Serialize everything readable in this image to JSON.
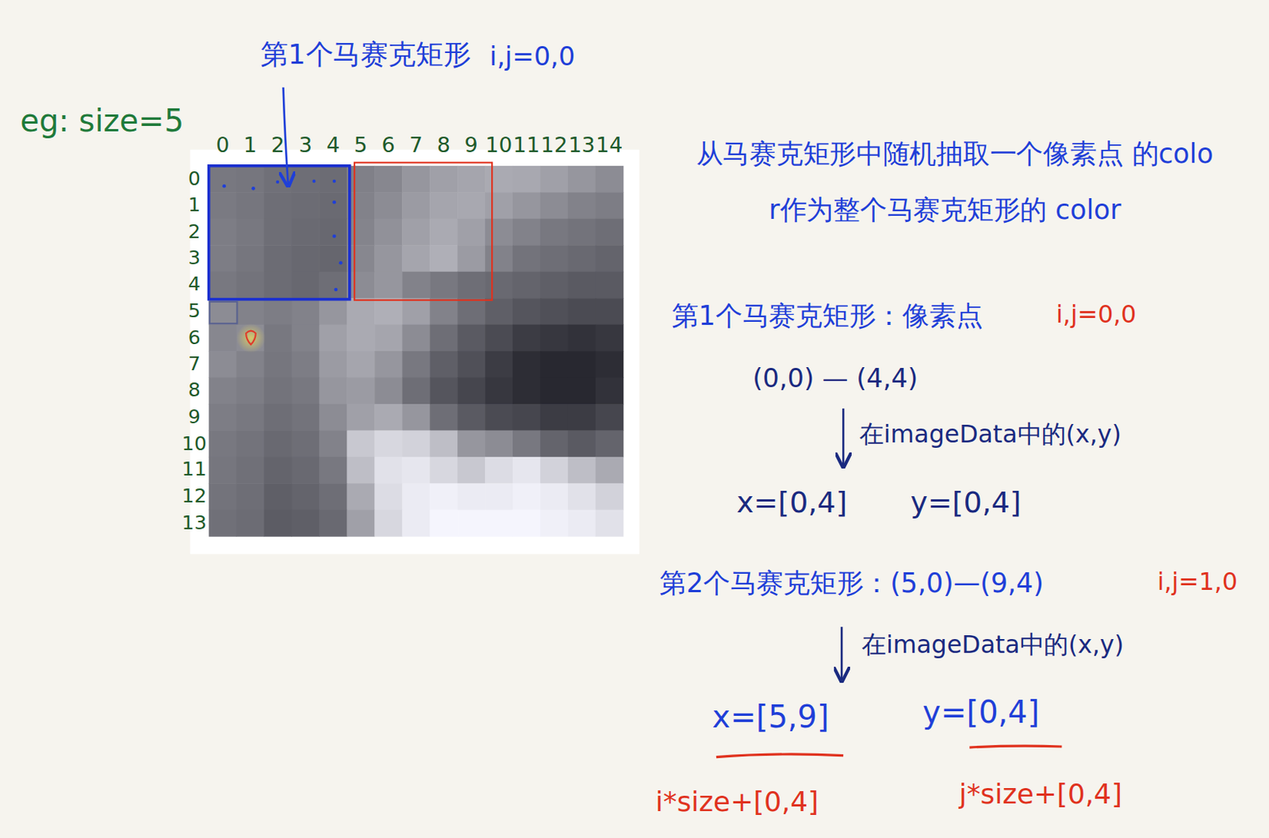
{
  "diagram": {
    "labels": [
      "第1个马赛克矩形",
      "i,j=0,0",
      "eg: size=5",
      "0",
      "1",
      "2",
      "3",
      "4",
      "5",
      "6",
      "7",
      "8",
      "9",
      "10",
      "11",
      "12",
      "13",
      "14",
      "0",
      "1",
      "2",
      "3",
      "4",
      "5",
      "6",
      "7",
      "8",
      "9",
      "10",
      "11",
      "12",
      "13",
      "从马赛克矩形中随机抽取一个像素点 的color作为整个马赛克矩形的 color",
      "第1个马赛克矩形：像素点",
      "i,j=0,0",
      "(0,0) — (4,4)",
      "在imageData中的(x,y)",
      "x=[0,4]",
      "y=[0,4]",
      "第2个马赛克矩形：(5,0)—(9,4)",
      "i,j=1,0",
      "在imageData中的(x,y)",
      "x=[5,9]",
      "y=[0,4]",
      "i*size+[0,4]",
      "j*size+[0,4]"
    ]
  }
}
